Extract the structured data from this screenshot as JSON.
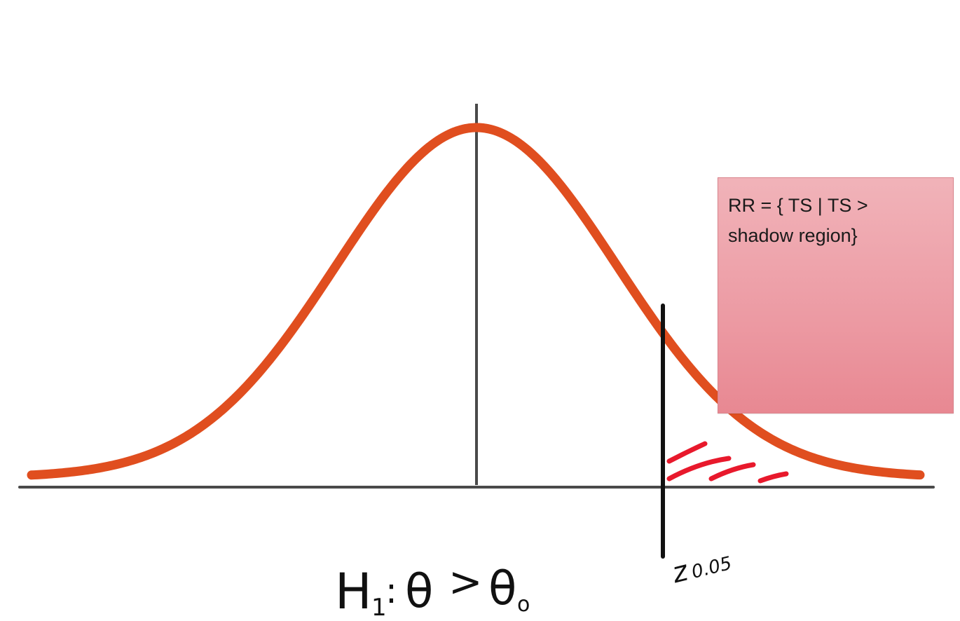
{
  "note": {
    "line1": "RR = { TS | TS >",
    "line2": "shadow region}"
  },
  "handwriting": {
    "critical_value_label": "z",
    "critical_value_subscript": "0.05",
    "hypothesis_H": "H",
    "hypothesis_sub": "1",
    "hypothesis_colon": ":",
    "hypothesis_theta": "θ",
    "hypothesis_gt": ">",
    "hypothesis_theta0": "θ",
    "hypothesis_theta0_sub": "o"
  },
  "colors": {
    "curve": "#e04e1f",
    "axis": "#4a4a4a",
    "critical_line": "#111111",
    "hatch": "#e8192c",
    "note_fill": "#ec9aa3"
  }
}
